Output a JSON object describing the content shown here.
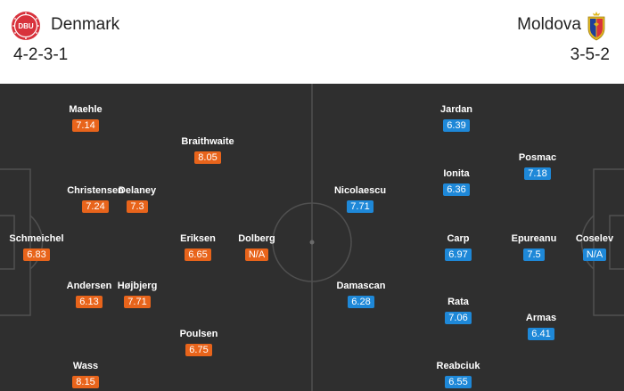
{
  "home": {
    "name": "Denmark",
    "formation": "4-2-3-1",
    "crest_text": "DBU",
    "rating_color": "#e8641b",
    "players": [
      {
        "name": "Maehle",
        "rating": "7.14"
      },
      {
        "name": "Braithwaite",
        "rating": "8.05"
      },
      {
        "name": "Christensen",
        "rating": "7.24"
      },
      {
        "name": "Delaney",
        "rating": "7.3"
      },
      {
        "name": "Schmeichel",
        "rating": "6.83"
      },
      {
        "name": "Eriksen",
        "rating": "6.65"
      },
      {
        "name": "Dolberg",
        "rating": "N/A"
      },
      {
        "name": "Andersen",
        "rating": "6.13"
      },
      {
        "name": "Højbjerg",
        "rating": "7.71"
      },
      {
        "name": "Poulsen",
        "rating": "6.75"
      },
      {
        "name": "Wass",
        "rating": "8.15"
      }
    ]
  },
  "away": {
    "name": "Moldova",
    "formation": "3-5-2",
    "rating_color": "#1e88d8",
    "players": [
      {
        "name": "Jardan",
        "rating": "6.39"
      },
      {
        "name": "Posmac",
        "rating": "7.18"
      },
      {
        "name": "Ionita",
        "rating": "6.36"
      },
      {
        "name": "Nicolaescu",
        "rating": "7.71"
      },
      {
        "name": "Carp",
        "rating": "6.97"
      },
      {
        "name": "Epureanu",
        "rating": "7.5"
      },
      {
        "name": "Coselev",
        "rating": "N/A"
      },
      {
        "name": "Damascan",
        "rating": "6.28"
      },
      {
        "name": "Rata",
        "rating": "7.06"
      },
      {
        "name": "Armas",
        "rating": "6.41"
      },
      {
        "name": "Reabciuk",
        "rating": "6.55"
      }
    ]
  },
  "icons": {
    "home_crest": "denmark-crest-icon",
    "away_crest": "moldova-crest-icon"
  }
}
